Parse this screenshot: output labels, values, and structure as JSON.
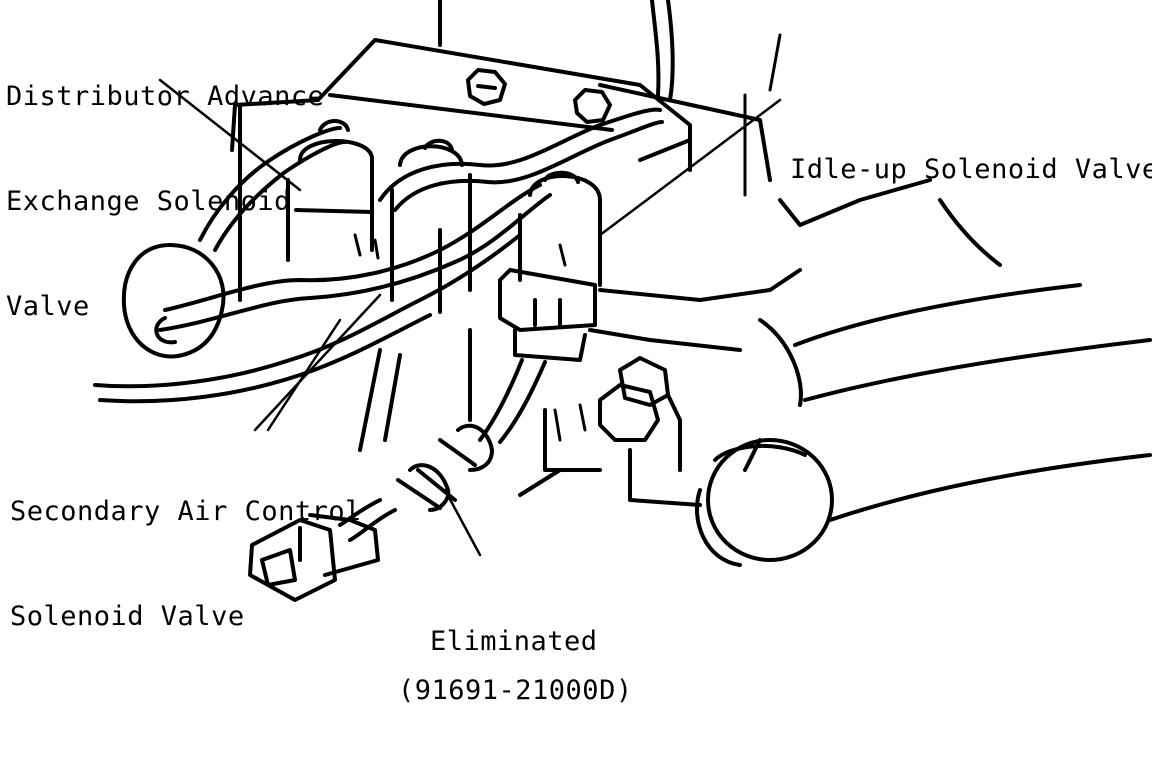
{
  "labels": {
    "distributor_advance": [
      "Distributor Advance",
      "Exchange Solenoid",
      "Valve"
    ],
    "idle_up": "Idle-up Solenoid Valve",
    "secondary_air": [
      "Secondary Air Control",
      "Solenoid Valve"
    ],
    "eliminated": "Eliminated",
    "part_number": "(91691-21000D)"
  },
  "colors": {
    "ink": "#000000",
    "paper": "#ffffff"
  }
}
